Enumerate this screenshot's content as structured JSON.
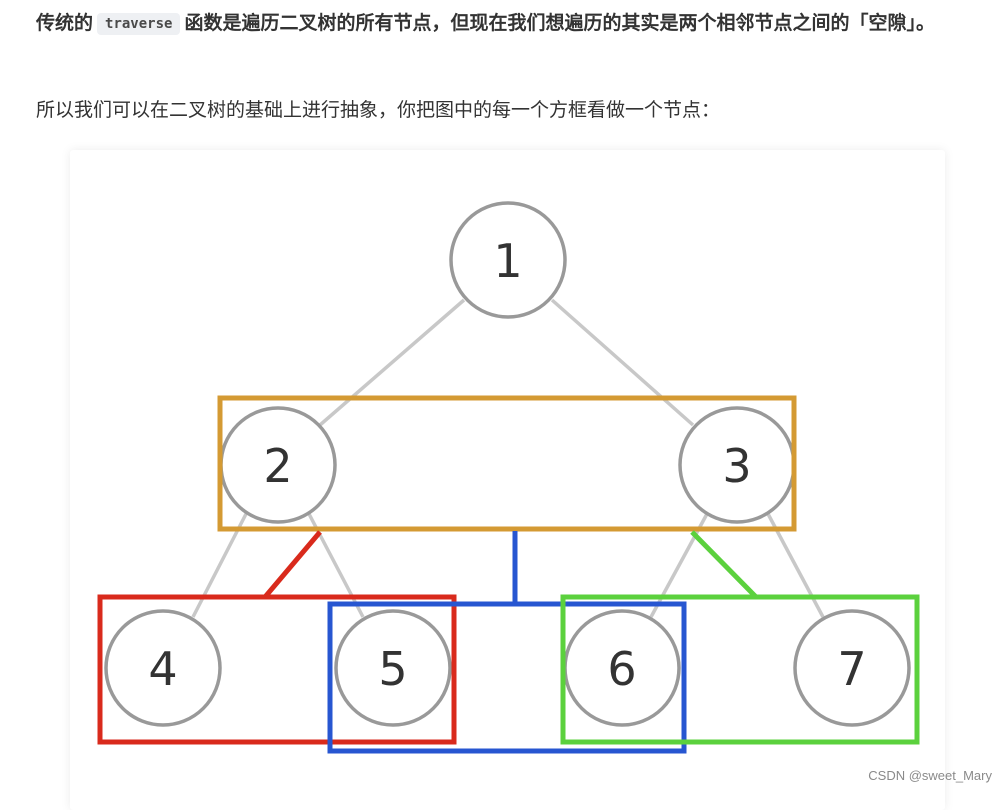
{
  "intro": {
    "part1": "传统的",
    "code": "traverse",
    "part2": "函数是遍历二叉树的所有节点，但现在我们想遍历的其实是两个相邻节点之间的「空隙」。"
  },
  "sentence": "所以我们可以在二叉树的基础上进行抽象，你把图中的每一个方框看做一个节点：",
  "diagram": {
    "nodes": [
      "1",
      "2",
      "3",
      "4",
      "5",
      "6",
      "7"
    ],
    "colors": {
      "orange": "#d49a33",
      "red": "#d92a1c",
      "blue": "#2756d1",
      "green": "#5bd13d",
      "node_stroke": "#999999",
      "edge": "#c8c8c8"
    }
  },
  "watermark": "CSDN @sweet_Mary"
}
